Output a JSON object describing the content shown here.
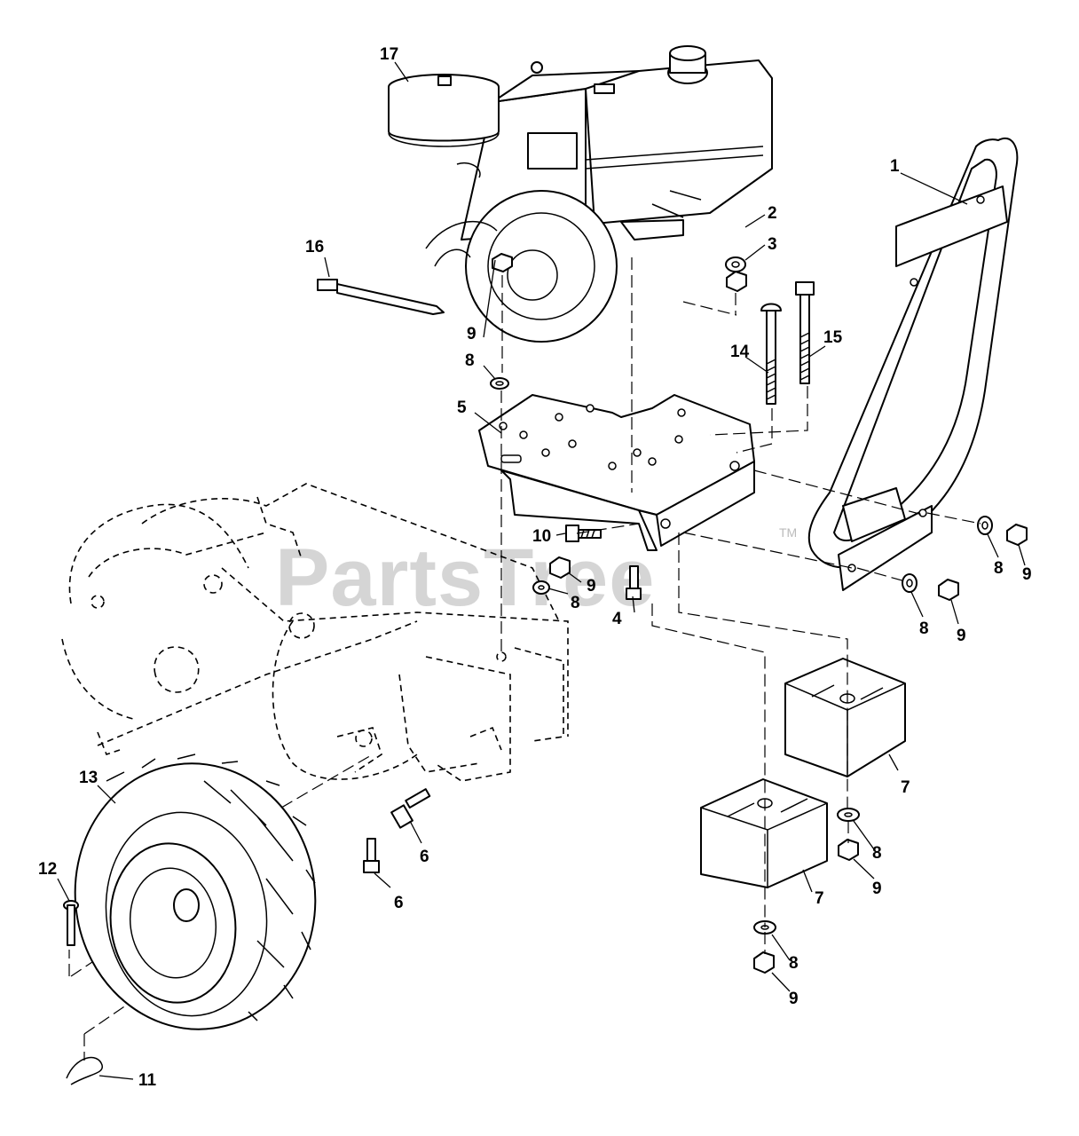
{
  "watermark": {
    "text": "PartsTree",
    "trademark": "TM"
  },
  "callouts": {
    "c1": "1",
    "c2": "2",
    "c3": "3",
    "c4": "4",
    "c5": "5",
    "c6a": "6",
    "c6b": "6",
    "c7a": "7",
    "c7b": "7",
    "c8a": "8",
    "c8b": "8",
    "c8c": "8",
    "c8d": "8",
    "c8e": "8",
    "c8f": "8",
    "c9a": "9",
    "c9b": "9",
    "c9c": "9",
    "c9d": "9",
    "c9e": "9",
    "c9f": "9",
    "c10": "10",
    "c11": "11",
    "c12": "12",
    "c13": "13",
    "c14": "14",
    "c15": "15",
    "c16": "16",
    "c17": "17"
  }
}
